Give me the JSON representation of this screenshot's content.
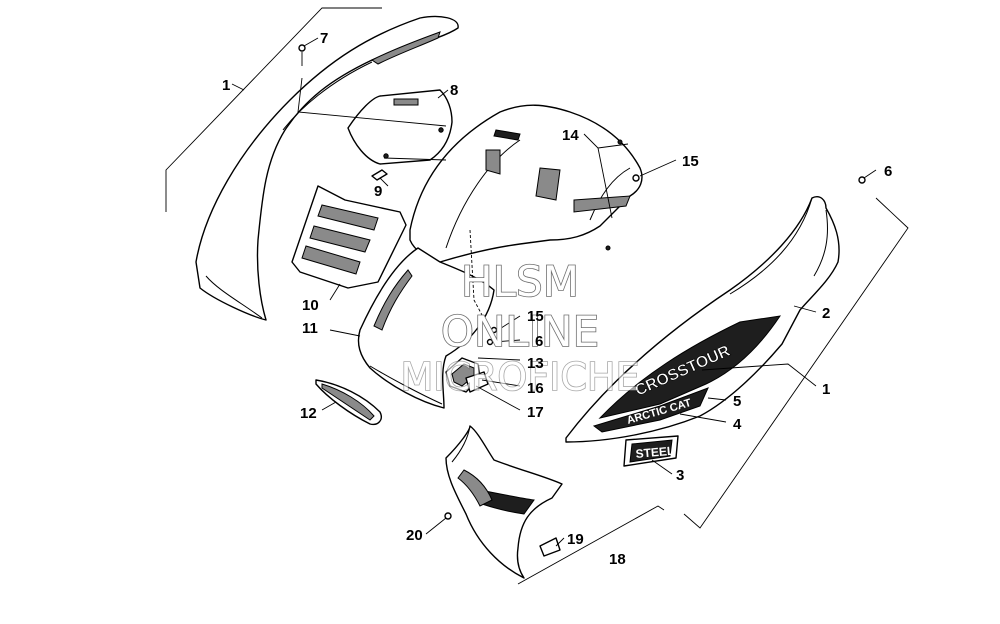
{
  "callouts": {
    "c1_left": "1",
    "c7": "7",
    "c8": "8",
    "c9": "9",
    "c10": "10",
    "c11": "11",
    "c12": "12",
    "c14": "14",
    "c15_top": "15",
    "c6_right": "6",
    "c2": "2",
    "c1_right": "1",
    "c5": "5",
    "c4": "4",
    "c3": "3",
    "c15_mid": "15",
    "c6_mid": "6",
    "c13": "13",
    "c16": "16",
    "c17": "17",
    "c18": "18",
    "c19": "19",
    "c20": "20"
  },
  "decals": {
    "model": "CROSSTOUR",
    "brand": "ARCTIC CAT",
    "badge": "STEEL"
  },
  "watermark": {
    "line1": "HLSM",
    "line2": "ONLINE",
    "line3": "MICROFICHE"
  },
  "colors": {
    "line": "#000000",
    "decal_dark": "#1e1e1e",
    "watermark_outline": "#6e6e6e"
  }
}
